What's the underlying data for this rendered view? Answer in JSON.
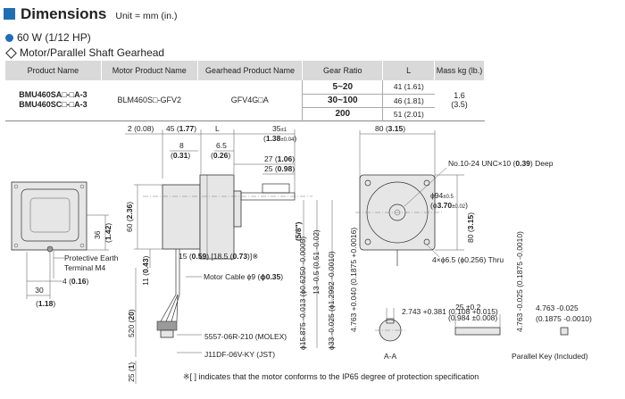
{
  "header": {
    "title": "Dimensions",
    "unit": "Unit = mm (in.)"
  },
  "subtitle1": "60 W (1/12 HP)",
  "subtitle2": "Motor/Parallel Shaft Gearhead",
  "table": {
    "headers": [
      "Product Name",
      "Motor Product Name",
      "Gearhead Product Name",
      "Gear Ratio",
      "L",
      "Mass kg (lb.)"
    ],
    "product_names": [
      "BMU460SA□-□A-3",
      "BMU460SC□-□A-3"
    ],
    "motor_product": "BLM460S□-GFV2",
    "gearhead_product": "GFV4G□A",
    "rows": [
      {
        "ratio": "5~20",
        "l": "41 (1.61)"
      },
      {
        "ratio": "30~100",
        "l": "46 (1.81)"
      },
      {
        "ratio": "200",
        "l": "51 (2.01)"
      }
    ],
    "mass": "1.6",
    "mass_lb": "(3.5)"
  },
  "dims": {
    "d1": "2 (0.08)",
    "d2": "45 (",
    "d2b": "1.77",
    "d2c": ")",
    "L": "L",
    "d35": "35",
    "d35tol": "±1",
    "d35in": "(",
    "d35inb": "1.38",
    "d35intol": "±0.04",
    "d35inc": ")",
    "d8": "8",
    "d8in": "(",
    "d8inb": "0.31",
    "d8inc": ")",
    "d65": "6.5",
    "d65in": "(",
    "d65inb": "0.26",
    "d65inc": ")",
    "d27": "27 (",
    "d27b": "1.06",
    "d27c": ")",
    "d25": "25 (",
    "d25b": "0.98",
    "d25c": ")",
    "d80": "80 (",
    "d80b": "3.15",
    "d80c": ")",
    "d80v": "80 (",
    "d80vb": "3.15",
    "d80vc": ")",
    "unc": "No.10-24 UNC×10 (",
    "uncb": "0.39",
    "uncc": ") Deep",
    "phi94": "ϕ94",
    "phi94tol": "±0.5",
    "phi94in": "(ϕ",
    "phi94inb": "3.70",
    "phi94intol": "±0.02",
    "phi94inc": ")",
    "holes": "4×ϕ6.5 (ϕ0.256) Thru",
    "d60": "60 (",
    "d60b": "2.36",
    "d60c": ")",
    "d36": "36",
    "d36in": "(",
    "d36inb": "1.42",
    "d36inc": ")",
    "d11": "11 (",
    "d11b": "0.43",
    "d11c": ")",
    "d15": "15 (",
    "d15b": "0.59",
    "d15c": ") [18.5 (",
    "d15d": "0.73",
    "d15e": ")]※",
    "earth1": "Protective Earth",
    "earth2": "Terminal M4",
    "d4": "4 (",
    "d4b": "0.16",
    "d4c": ")",
    "d30": "30",
    "d30in": "(",
    "d30inb": "1.18",
    "d30inc": ")",
    "cable": "Motor Cable ϕ9 (",
    "cableb": "ϕ0.35",
    "cablec": ")",
    "d520": "520 (",
    "d520b": "20",
    "d520c": ")",
    "d25b2": "25 (",
    "d25b2b": "1",
    "d25b2c": ")",
    "molex": "5557-06R-210 (MOLEX)",
    "jst": "J11DF-06V-KY (JST)",
    "phi15": "ϕ15.875 -0.013 (ϕ0.6250 -0.0005)",
    "phi33": "ϕ33 -0.025 (ϕ1.2992 -0.0010)",
    "d13": "13 -0.5 (0.51 -0.02)",
    "d58": "(5/8\")",
    "aa": "A-A",
    "k1": "4.763 +0.040 (0.1875 +0.0016)",
    "k2": "2.743 +0.381 (0.108 +0.015)",
    "k3": "25 ±0.2",
    "k3in": "(0.984 ±0.008)",
    "k4": "4.763 -0.025 (0.1875 -0.0010)",
    "k5": "4.763 -0.025",
    "k5in": "(0.1875 -0.0010)",
    "key": "Parallel Key (Included)"
  },
  "footnote": "※[ ] indicates that the motor conforms to the IP65 degree of protection specification"
}
